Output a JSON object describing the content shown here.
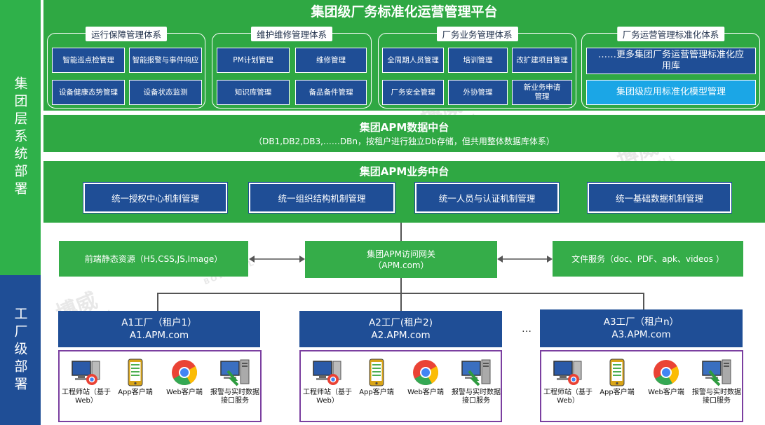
{
  "side": {
    "group": "集团层系统部署",
    "factory": "工厂级部署"
  },
  "platform": {
    "title": "集团级厂务标准化运营管理平台",
    "groups": [
      {
        "title": "运行保障管理体系",
        "items": [
          "智能巡点检管理",
          "智能报警与事件响应",
          "设备健康态势管理",
          "设备状态监测"
        ]
      },
      {
        "title": "维护维修管理体系",
        "items": [
          "PM计划管理",
          "维修管理",
          "知识库管理",
          "备品备件管理"
        ]
      },
      {
        "title": "厂务业务管理体系",
        "items": [
          "全周期人员管理",
          "培训管理",
          "改扩建项目管理",
          "厂务安全管理",
          "外协管理",
          "新业务申请管理"
        ]
      },
      {
        "title": "厂务运营管理标准化体系",
        "items": [
          "……更多集团厂务运营管理标准化应用库",
          "集团级应用标准化模型管理"
        ]
      }
    ]
  },
  "data_center": {
    "title": "集团APM数据中台",
    "subtitle": "（DB1,DB2,DB3,……DBn，按租户进行独立Db存储，但共用整体数据库体系）"
  },
  "biz_center": {
    "title": "集团APM业务中台",
    "items": [
      "统一授权中心机制管理",
      "统一组织结构机制管理",
      "统一人员与认证机制管理",
      "统一基础数据机制管理"
    ]
  },
  "gateway": {
    "left": "前端静态资源（H5,CSS,JS,Image）",
    "center_line1": "集团APM访问网关",
    "center_line2": "（APM.com）",
    "right": "文件服务（doc、PDF、apk、videos ）"
  },
  "factories": [
    {
      "line1": "A1工厂（租户1）",
      "line2": "A1.APM.com"
    },
    {
      "line1": "A2工厂(租户2)",
      "line2": "A2.APM.com"
    },
    {
      "line1": "A3工厂（租户n）",
      "line2": "A3.APM.com"
    }
  ],
  "ellipsis": "…",
  "clients": [
    "工程师站（基于Web）",
    "App客户端",
    "Web客户端",
    "报警与实时数据接口服务"
  ],
  "watermark": {
    "brand": "博威",
    "sub": "BOWWELL"
  },
  "colors": {
    "green": "#2fa843",
    "navy": "#1f4e96",
    "light_blue": "#1ba6e6",
    "purple": "#7b3fa0"
  }
}
